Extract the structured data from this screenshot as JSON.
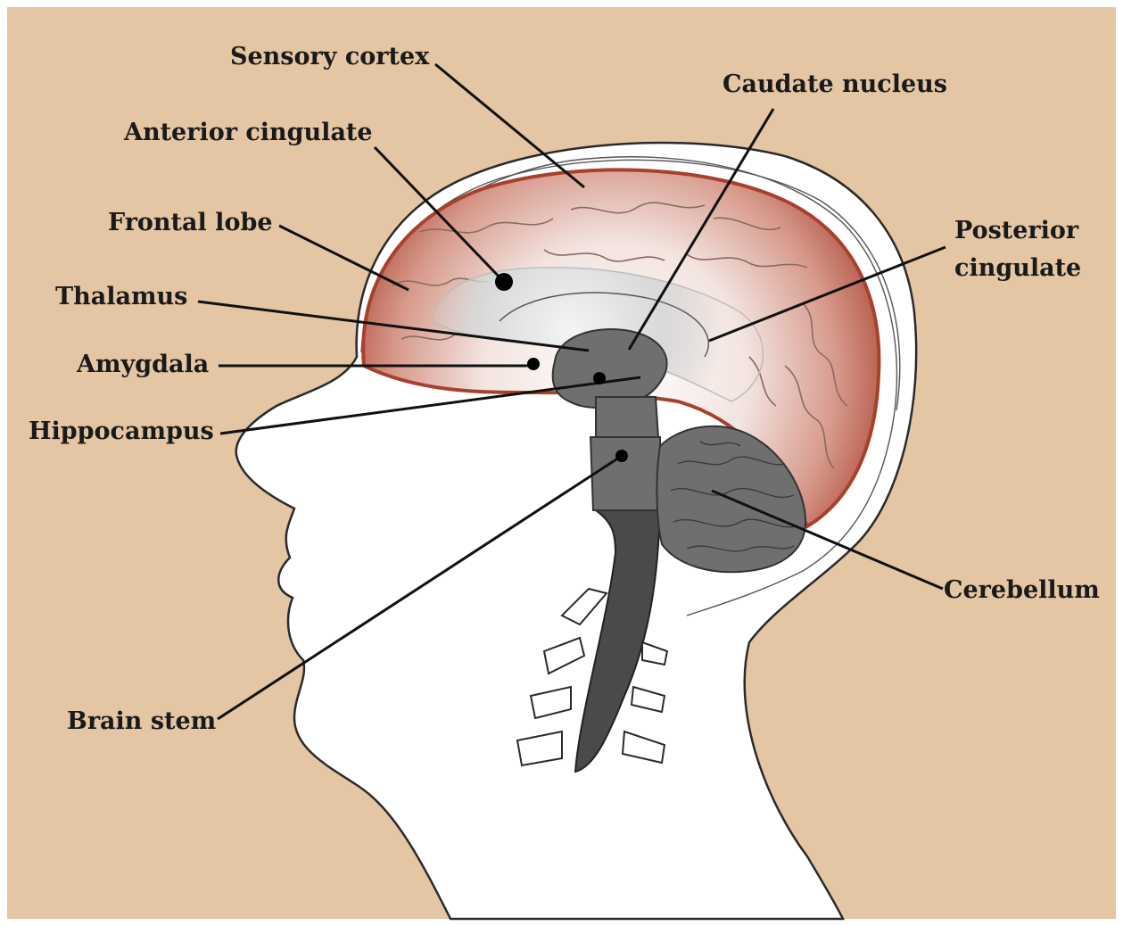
{
  "colors": {
    "background": "#e4c5a4",
    "cortex": "#a8402e",
    "deep_structures": "#707070",
    "brainstem": "#4a4a4a"
  },
  "labels": {
    "sensory_cortex": "Sensory cortex",
    "anterior_cingulate": "Anterior cingulate",
    "frontal_lobe": "Frontal lobe",
    "thalamus": "Thalamus",
    "amygdala": "Amygdala",
    "hippocampus": "Hippocampus",
    "brain_stem": "Brain stem",
    "caudate_nucleus": "Caudate nucleus",
    "posterior_cingulate_1": "Posterior",
    "posterior_cingulate_2": "cingulate",
    "cerebellum": "Cerebellum"
  }
}
